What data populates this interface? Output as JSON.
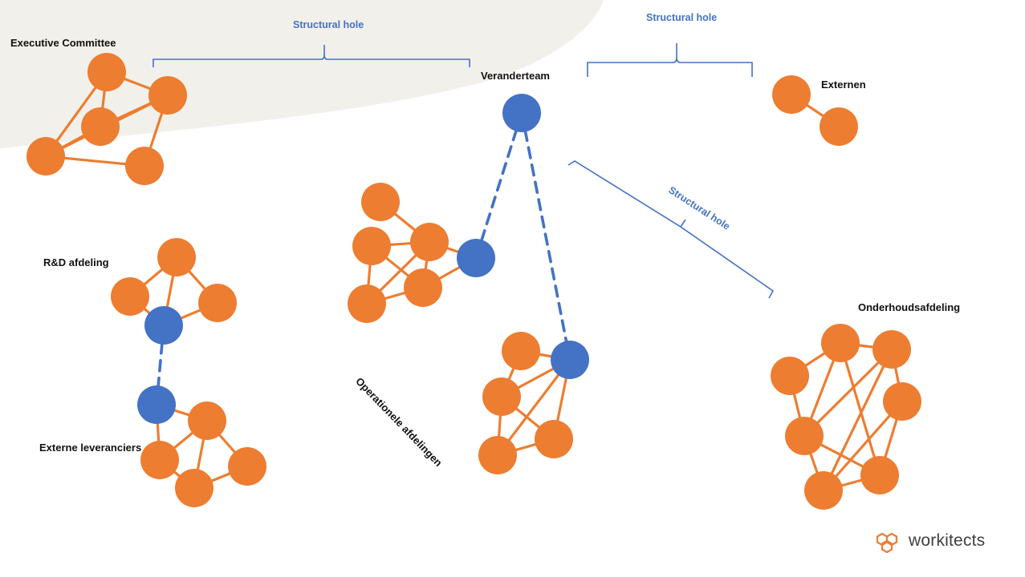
{
  "colors": {
    "orange": "#ed7d31",
    "blue": "#4472c4",
    "shade": "#f2f0ea",
    "text": "#111111",
    "logo_text": "#404040"
  },
  "groups": {
    "executive_committee": "Executive Committee",
    "veranderteam": "Veranderteam",
    "externen": "Externen",
    "rd_afdeling": "R&D afdeling",
    "externe_leveranciers": "Externe leveranciers",
    "operationele_afdelingen": "Operationele afdelingen",
    "onderhoudsafdeling": "Onderhoudsafdeling"
  },
  "structural_holes": {
    "top_left": "Structural hole",
    "top_right": "Structural hole",
    "diagonal": "Structural hole"
  },
  "logo": {
    "text": "workitects",
    "icon": "hexagon-chain-icon"
  }
}
